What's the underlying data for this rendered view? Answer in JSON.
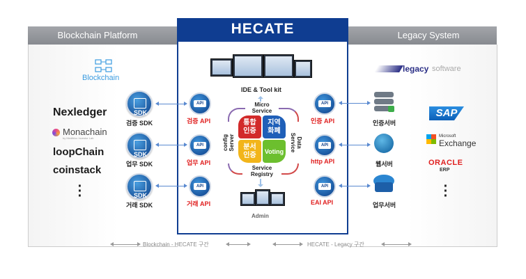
{
  "colors": {
    "header_gray": "#8f9196",
    "center_blue": "#0f3d91",
    "red": "#e02020",
    "border_gray": "#c9c9c9"
  },
  "headers": {
    "left": "Blockchain Platform",
    "center": "HECATE",
    "right": "Legacy System"
  },
  "left": {
    "blockchain_logo": "Blockchain",
    "platforms": [
      "Nexledger",
      "Monachain",
      "loopChain",
      "coinstack"
    ],
    "monachain_sub": "by Medibloc Investor Lab",
    "sdks": [
      {
        "label": "검증 SDK",
        "badge": "SDK"
      },
      {
        "label": "업무 SDK",
        "badge": "SDK"
      },
      {
        "label": "거래 SDK",
        "badge": "SDK"
      }
    ]
  },
  "center": {
    "ide_label": "IDE & Tool kit",
    "apis_left": [
      {
        "label": "검증 API",
        "badge": "API"
      },
      {
        "label": "업무 API",
        "badge": "API"
      },
      {
        "label": "거래 API",
        "badge": "API"
      }
    ],
    "apis_right": [
      {
        "label": "인증 API",
        "badge": "API"
      },
      {
        "label": "http API",
        "badge": "API"
      },
      {
        "label": "EAI API",
        "badge": "API"
      }
    ],
    "core": {
      "top": "Micro\nService",
      "left": "config\nServer",
      "right": "Data\nService",
      "bottom": "Service\nRegistry",
      "q1": "통합\n인증",
      "q2": "지역\n화폐",
      "q3": "분서\n인증",
      "q4": "Voting"
    },
    "admin_label": "Admin"
  },
  "right": {
    "legacy_logo_bold": "legacy",
    "legacy_logo_light": "software",
    "servers": [
      {
        "label": "인증서버"
      },
      {
        "label": "웹서버"
      },
      {
        "label": "업무서버"
      }
    ],
    "systems": {
      "sap": "SAP",
      "ms_small": "Microsoft",
      "ms_big": "Exchange",
      "oracle": "ORACLE",
      "erp": "ERP"
    }
  },
  "bottom": {
    "left": "Blockchain - HECATE 구간",
    "right": "HECATE - Legacy 구간"
  }
}
